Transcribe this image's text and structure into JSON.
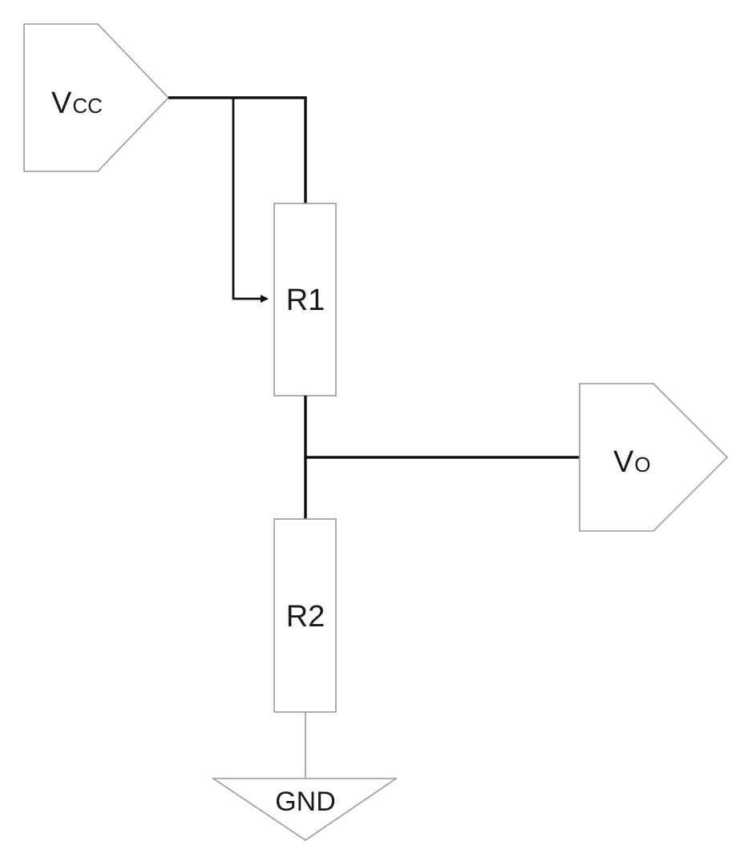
{
  "terminals": {
    "vcc": {
      "main": "V",
      "sub": "CC"
    },
    "vo": {
      "main": "V",
      "sub": "O"
    },
    "gnd": {
      "label": "GND"
    }
  },
  "components": {
    "r1": {
      "label": "R1"
    },
    "r2": {
      "label": "R2"
    }
  },
  "colors": {
    "wire": "#111111",
    "outline": "#999999",
    "text": "#1a1a1a"
  }
}
